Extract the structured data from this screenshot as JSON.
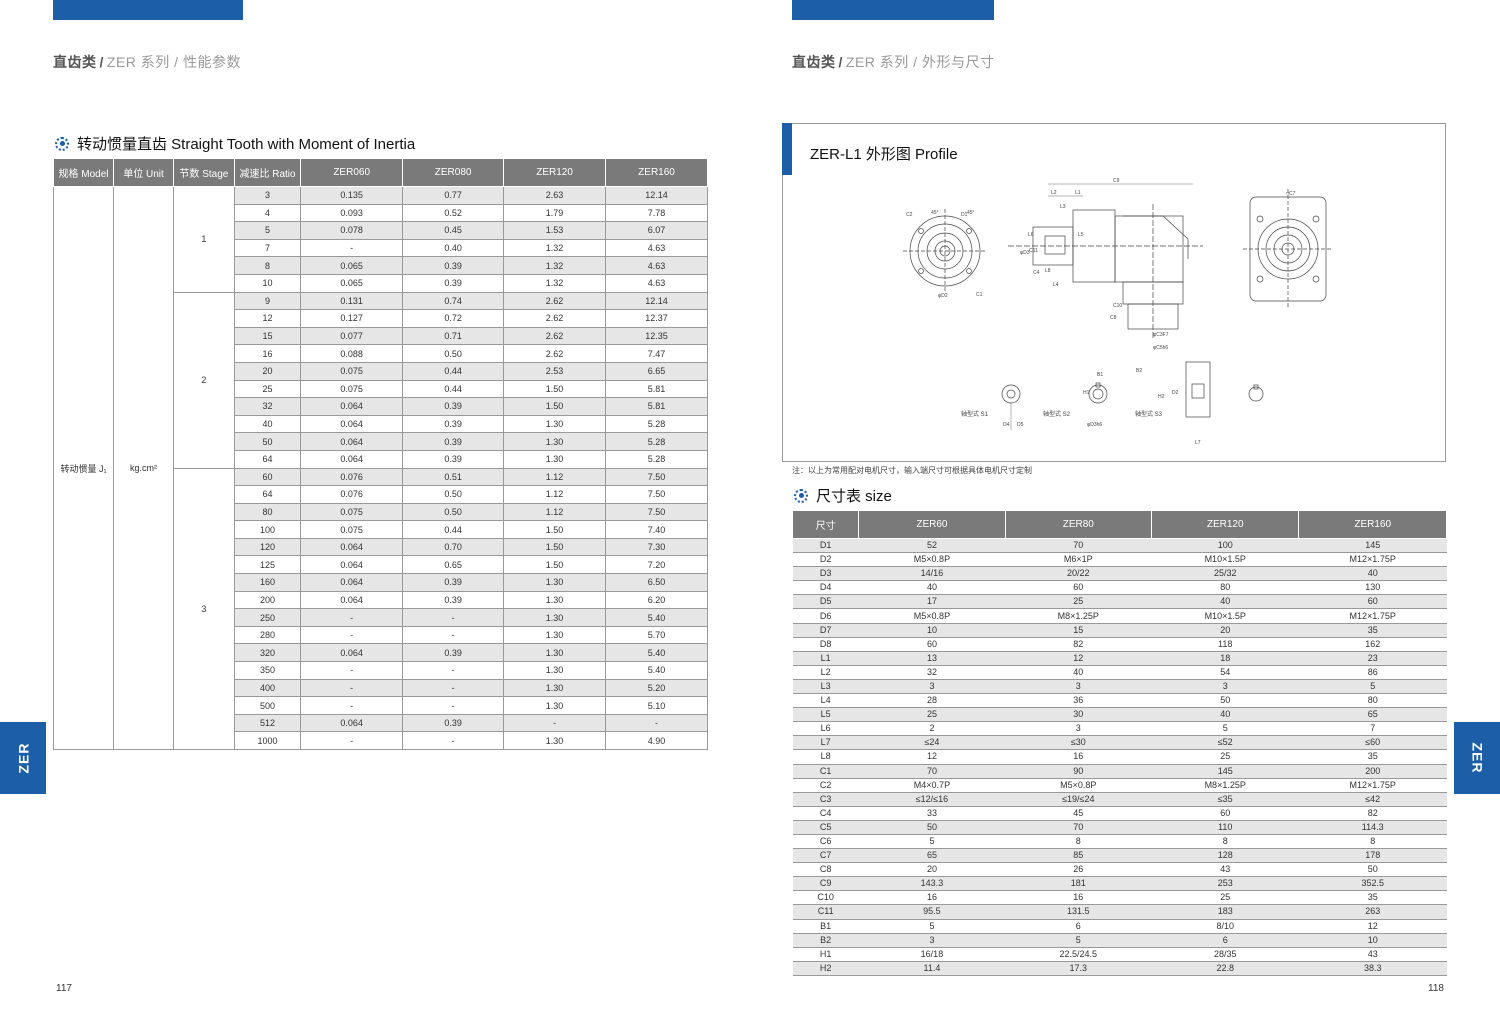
{
  "left_page": {
    "breadcrumb": {
      "category": "直齿类",
      "sep": "/",
      "series": "ZER 系列",
      "sep2": "/",
      "section": "性能参数"
    },
    "section_title": "转动惯量直齿 Straight Tooth with Moment of Inertia",
    "table": {
      "headers": [
        "规格 Model",
        "单位 Unit",
        "节数 Stage",
        "减速比 Ratio",
        "ZER060",
        "ZER080",
        "ZER120",
        "ZER160"
      ],
      "model": "转动惯量 J₁",
      "unit": "kg.cm²",
      "stages": [
        {
          "stage": "1",
          "rows": [
            [
              "3",
              "0.135",
              "0.77",
              "2.63",
              "12.14"
            ],
            [
              "4",
              "0.093",
              "0.52",
              "1.79",
              "7.78"
            ],
            [
              "5",
              "0.078",
              "0.45",
              "1.53",
              "6.07"
            ],
            [
              "7",
              "-",
              "0.40",
              "1.32",
              "4.63"
            ],
            [
              "8",
              "0.065",
              "0.39",
              "1.32",
              "4.63"
            ],
            [
              "10",
              "0.065",
              "0.39",
              "1.32",
              "4.63"
            ]
          ]
        },
        {
          "stage": "2",
          "rows": [
            [
              "9",
              "0.131",
              "0.74",
              "2.62",
              "12.14"
            ],
            [
              "12",
              "0.127",
              "0.72",
              "2.62",
              "12.37"
            ],
            [
              "15",
              "0.077",
              "0.71",
              "2.62",
              "12.35"
            ],
            [
              "16",
              "0.088",
              "0.50",
              "2.62",
              "7.47"
            ],
            [
              "20",
              "0.075",
              "0.44",
              "2.53",
              "6.65"
            ],
            [
              "25",
              "0.075",
              "0.44",
              "1.50",
              "5.81"
            ],
            [
              "32",
              "0.064",
              "0.39",
              "1.50",
              "5.81"
            ],
            [
              "40",
              "0.064",
              "0.39",
              "1.30",
              "5.28"
            ],
            [
              "50",
              "0.064",
              "0.39",
              "1.30",
              "5.28"
            ],
            [
              "64",
              "0.064",
              "0.39",
              "1.30",
              "5.28"
            ]
          ]
        },
        {
          "stage": "3",
          "rows": [
            [
              "60",
              "0.076",
              "0.51",
              "1.12",
              "7.50"
            ],
            [
              "64",
              "0.076",
              "0.50",
              "1.12",
              "7.50"
            ],
            [
              "80",
              "0.075",
              "0.50",
              "1.12",
              "7.50"
            ],
            [
              "100",
              "0.075",
              "0.44",
              "1.50",
              "7.40"
            ],
            [
              "120",
              "0.064",
              "0.70",
              "1.50",
              "7.30"
            ],
            [
              "125",
              "0.064",
              "0.65",
              "1.50",
              "7.20"
            ],
            [
              "160",
              "0.064",
              "0.39",
              "1.30",
              "6.50"
            ],
            [
              "200",
              "0.064",
              "0.39",
              "1.30",
              "6.20"
            ],
            [
              "250",
              "-",
              "-",
              "1.30",
              "5.40"
            ],
            [
              "280",
              "-",
              "-",
              "1.30",
              "5.70"
            ],
            [
              "320",
              "0.064",
              "0.39",
              "1.30",
              "5.40"
            ],
            [
              "350",
              "-",
              "-",
              "1.30",
              "5.40"
            ],
            [
              "400",
              "-",
              "-",
              "1.30",
              "5.20"
            ],
            [
              "500",
              "-",
              "-",
              "1.30",
              "5.10"
            ],
            [
              "512",
              "0.064",
              "0.39",
              "-",
              "-"
            ],
            [
              "1000",
              "-",
              "-",
              "1.30",
              "4.90"
            ]
          ]
        }
      ]
    },
    "side_tab": "ZER",
    "page_number": "117"
  },
  "right_page": {
    "breadcrumb": {
      "category": "直齿类",
      "sep": "/",
      "series": "ZER 系列",
      "sep2": "/",
      "section": "外形与尺寸"
    },
    "profile_title": "ZER-L1 外形图 Profile",
    "drawing_labels": {
      "shaft_s1": "轴型式 S1",
      "shaft_s2": "轴型式 S2",
      "shaft_s3": "轴型式 S3",
      "dims": [
        "L2",
        "L1",
        "C9",
        "L3",
        "L5",
        "L6",
        "L8",
        "L4",
        "C11",
        "C4",
        "C10",
        "C8",
        "φC3F7",
        "φC5h6",
        "□C7",
        "φD2",
        "φD3",
        "C1",
        "C2",
        "D1",
        "B1",
        "H1",
        "B2",
        "H2",
        "L7",
        "D4",
        "D5",
        "φD3h6",
        "D2",
        "45°",
        "45°"
      ]
    },
    "note": "注：以上为常用配对电机尺寸，输入端尺寸可根据具体电机尺寸定制",
    "size_title": "尺寸表 size",
    "size_table": {
      "headers": [
        "尺寸",
        "ZER60",
        "ZER80",
        "ZER120",
        "ZER160"
      ],
      "rows": [
        [
          "D1",
          "52",
          "70",
          "100",
          "145"
        ],
        [
          "D2",
          "M5×0.8P",
          "M6×1P",
          "M10×1.5P",
          "M12×1.75P"
        ],
        [
          "D3",
          "14/16",
          "20/22",
          "25/32",
          "40"
        ],
        [
          "D4",
          "40",
          "60",
          "80",
          "130"
        ],
        [
          "D5",
          "17",
          "25",
          "40",
          "60"
        ],
        [
          "D6",
          "M5×0.8P",
          "M8×1.25P",
          "M10×1.5P",
          "M12×1.75P"
        ],
        [
          "D7",
          "10",
          "15",
          "20",
          "35"
        ],
        [
          "D8",
          "60",
          "82",
          "118",
          "162"
        ],
        [
          "L1",
          "13",
          "12",
          "18",
          "23"
        ],
        [
          "L2",
          "32",
          "40",
          "54",
          "86"
        ],
        [
          "L3",
          "3",
          "3",
          "3",
          "5"
        ],
        [
          "L4",
          "28",
          "36",
          "50",
          "80"
        ],
        [
          "L5",
          "25",
          "30",
          "40",
          "65"
        ],
        [
          "L6",
          "2",
          "3",
          "5",
          "7"
        ],
        [
          "L7",
          "≤24",
          "≤30",
          "≤52",
          "≤60"
        ],
        [
          "L8",
          "12",
          "16",
          "25",
          "35"
        ],
        [
          "C1",
          "70",
          "90",
          "145",
          "200"
        ],
        [
          "C2",
          "M4×0.7P",
          "M5×0.8P",
          "M8×1.25P",
          "M12×1.75P"
        ],
        [
          "C3",
          "≤12/≤16",
          "≤19/≤24",
          "≤35",
          "≤42"
        ],
        [
          "C4",
          "33",
          "45",
          "60",
          "82"
        ],
        [
          "C5",
          "50",
          "70",
          "110",
          "114.3"
        ],
        [
          "C6",
          "5",
          "8",
          "8",
          "8"
        ],
        [
          "C7",
          "65",
          "85",
          "128",
          "178"
        ],
        [
          "C8",
          "20",
          "26",
          "43",
          "50"
        ],
        [
          "C9",
          "143.3",
          "181",
          "253",
          "352.5"
        ],
        [
          "C10",
          "16",
          "16",
          "25",
          "35"
        ],
        [
          "C11",
          "95.5",
          "131.5",
          "183",
          "263"
        ],
        [
          "B1",
          "5",
          "6",
          "8/10",
          "12"
        ],
        [
          "B2",
          "3",
          "5",
          "6",
          "10"
        ],
        [
          "H1",
          "16/18",
          "22.5/24.5",
          "28/35",
          "43"
        ],
        [
          "H2",
          "11.4",
          "17.3",
          "22.8",
          "38.3"
        ]
      ]
    },
    "side_tab": "ZER",
    "page_number": "118"
  },
  "colors": {
    "accent": "#1c5fa8",
    "header_gray": "#7a7a7a",
    "row_alt": "#e6e6e6"
  }
}
